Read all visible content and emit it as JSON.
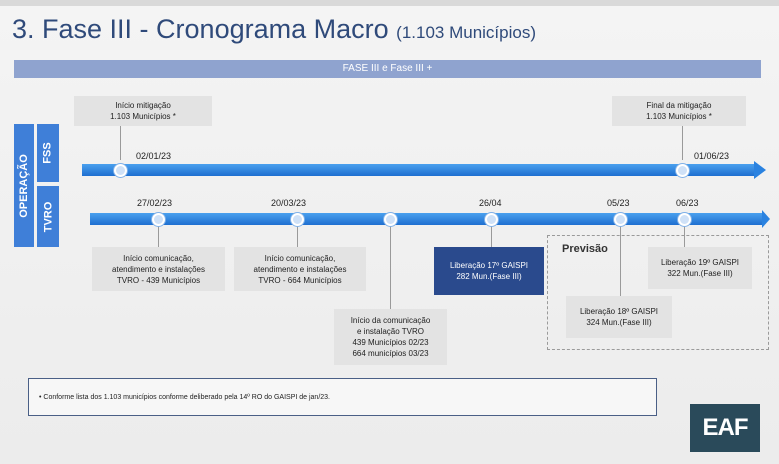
{
  "title": {
    "main": "3. Fase III - Cronograma Macro",
    "sub": "(1.103 Municípios)"
  },
  "banner": "FASE III e Fase III +",
  "labels": {
    "operacao": "OPERAÇÃO",
    "fss": "FSS",
    "tvro": "TVRO"
  },
  "fss": {
    "dates": [
      "02/01/23",
      "01/06/23"
    ],
    "boxes": [
      {
        "line1": "Início mitigação",
        "line2": "1.103 Municípios *"
      },
      {
        "line1": "Final da mitigação",
        "line2": "1.103 Municípios *"
      }
    ]
  },
  "tvro": {
    "dates": [
      "27/02/23",
      "20/03/23",
      "26/04",
      "05/23",
      "06/23"
    ],
    "boxes": [
      {
        "line1": "Início comunicação,",
        "line2": "atendimento e instalações",
        "line3": "TVRO  - 439 Municípios"
      },
      {
        "line1": "Início comunicação,",
        "line2": "atendimento e instalações",
        "line3": "TVRO  - 664 Municípios"
      },
      {
        "line1": "Início da comunicação",
        "line2": "e instalação TVRO",
        "line3": "439 Municípios 02/23",
        "line4": "664 municípios 03/23"
      },
      {
        "line1": "Liberação 17º GAISPI",
        "line2": "282 Mun.(Fase III)"
      },
      {
        "line1": "Liberação 18º GAISPI",
        "line2": "324 Mun.(Fase III)"
      },
      {
        "line1": "Liberação 19º GAISPI",
        "line2": "322 Mun.(Fase III)"
      }
    ],
    "previsao": "Previsão"
  },
  "note": "•   Conforme lista dos 1.103 municípios conforme deliberado pela 14º RO do GAISPI de jan/23.",
  "logo": "EAF",
  "colors": {
    "title": "#2f4a7a",
    "banner": "#8fa3cf",
    "timeline": "#1e6fd0",
    "highlight_box": "#2a4a8d"
  }
}
